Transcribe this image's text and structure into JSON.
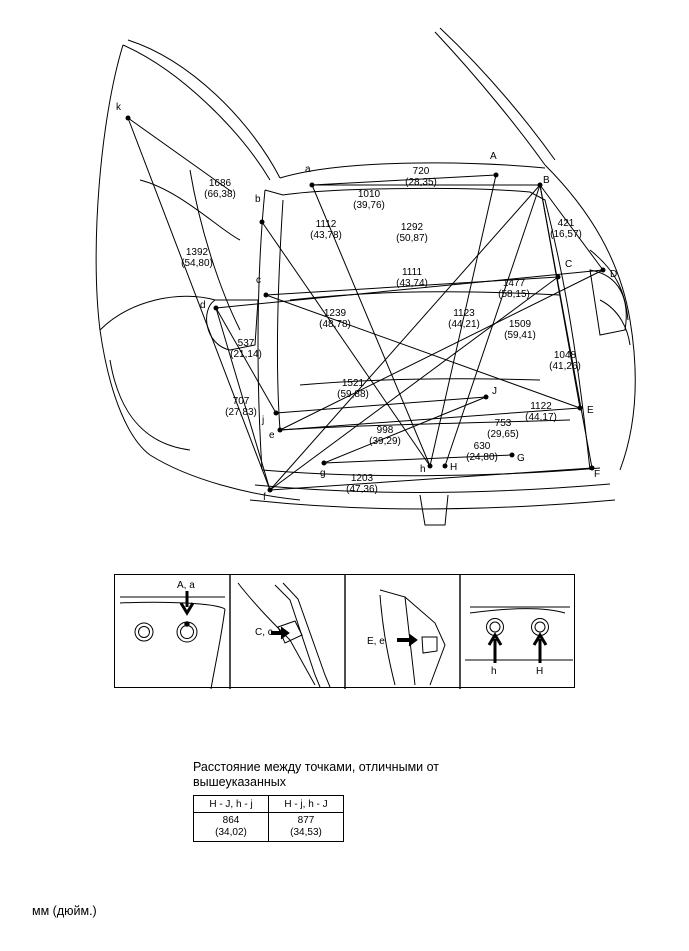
{
  "points": {
    "A": "A",
    "a": "a",
    "B": "B",
    "b": "b",
    "C": "C",
    "c": "c",
    "D": "D",
    "d": "d",
    "E": "E",
    "e": "e",
    "F": "F",
    "f": "f",
    "G": "G",
    "g": "g",
    "H": "H",
    "h": "h",
    "J": "J",
    "j": "j",
    "k": "k"
  },
  "measurements": [
    {
      "mm": "720",
      "in": "(28,35)"
    },
    {
      "mm": "1010",
      "in": "(39,76)"
    },
    {
      "mm": "1686",
      "in": "(66,38)"
    },
    {
      "mm": "1112",
      "in": "(43,78)"
    },
    {
      "mm": "1292",
      "in": "(50,87)"
    },
    {
      "mm": "421",
      "in": "(16,57)"
    },
    {
      "mm": "1392",
      "in": "(54,80)"
    },
    {
      "mm": "1111",
      "in": "(43,74)"
    },
    {
      "mm": "1477",
      "in": "(58,15)"
    },
    {
      "mm": "1239",
      "in": "(48,78)"
    },
    {
      "mm": "1123",
      "in": "(44,21)"
    },
    {
      "mm": "1509",
      "in": "(59,41)"
    },
    {
      "mm": "537",
      "in": "(21,14)"
    },
    {
      "mm": "1048",
      "in": "(41,26)"
    },
    {
      "mm": "1521",
      "in": "(59,88)"
    },
    {
      "mm": "707",
      "in": "(27,83)"
    },
    {
      "mm": "1122",
      "in": "(44,17)"
    },
    {
      "mm": "998",
      "in": "(39,29)"
    },
    {
      "mm": "753",
      "in": "(29,65)"
    },
    {
      "mm": "630",
      "in": "(24,80)"
    },
    {
      "mm": "1203",
      "in": "(47,36)"
    }
  ],
  "details": {
    "panel1": "A, a",
    "panel2": "C, c",
    "panel3": "E, e",
    "panel4_left": "h",
    "panel4_right": "H"
  },
  "note": {
    "title": "Расстояние между точками, отличными от вышеуказанных",
    "headers": [
      "H - J, h - j",
      "H - j, h - J"
    ],
    "values_mm": [
      "864",
      "877"
    ],
    "values_in": [
      "(34,02)",
      "(34,53)"
    ]
  },
  "units": "мм (дюйм.)"
}
